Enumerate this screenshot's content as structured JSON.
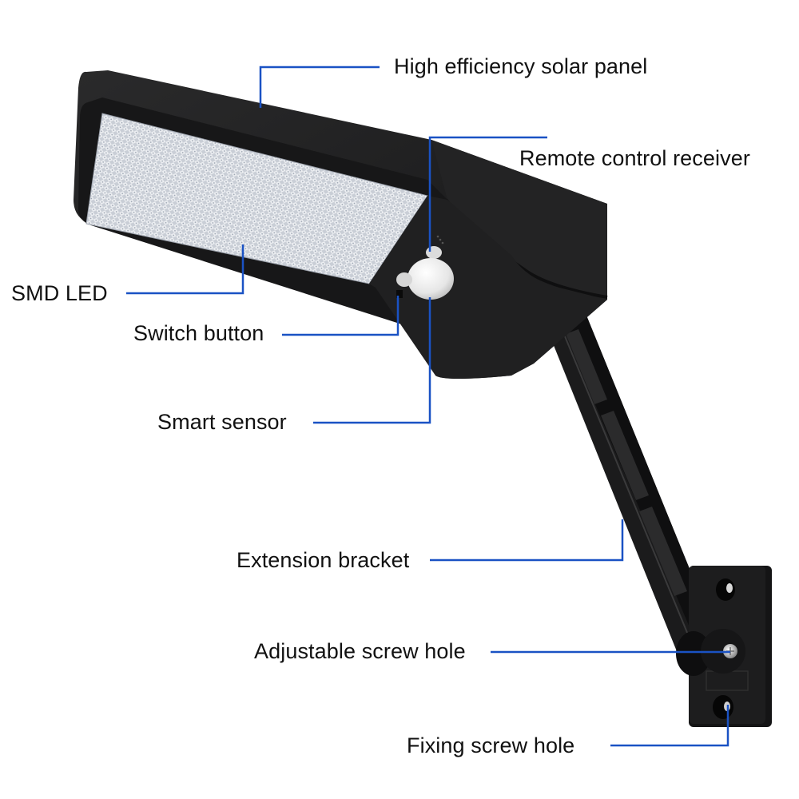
{
  "diagram": {
    "subject": "Solar LED wall light with extension bracket",
    "colors": {
      "background": "#ffffff",
      "leader_line": "#1a52c4",
      "label_text": "#111111",
      "housing": "#1e1e1f",
      "led_panel": "#d9dde3"
    },
    "callouts": [
      {
        "id": "solar-panel",
        "label": "High efficiency solar panel"
      },
      {
        "id": "remote-receiver",
        "label": "Remote control receiver"
      },
      {
        "id": "smd-led",
        "label": "SMD LED"
      },
      {
        "id": "switch-button",
        "label": "Switch button"
      },
      {
        "id": "smart-sensor",
        "label": "Smart sensor"
      },
      {
        "id": "extension-bracket",
        "label": "Extension bracket"
      },
      {
        "id": "adjustable-screw-hole",
        "label": "Adjustable screw hole"
      },
      {
        "id": "fixing-screw-hole",
        "label": "Fixing screw hole"
      }
    ]
  }
}
